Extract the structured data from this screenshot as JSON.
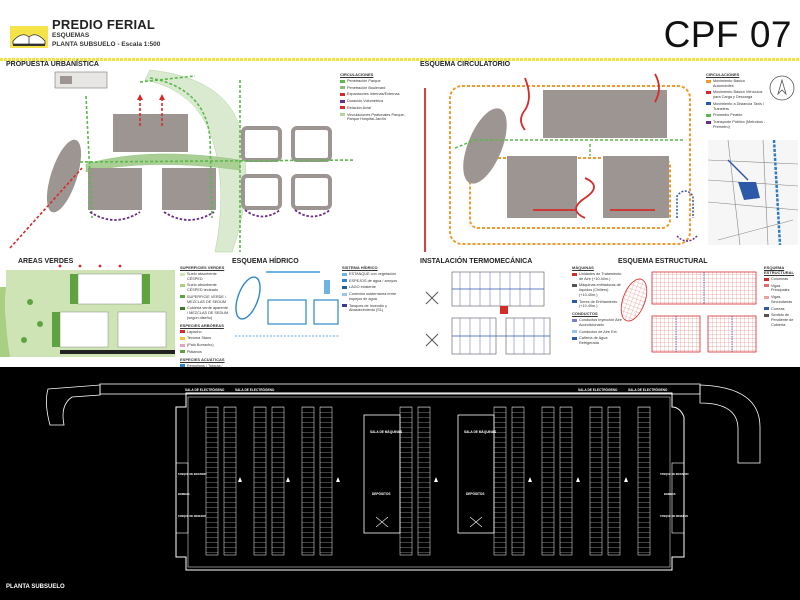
{
  "header": {
    "title": "PREDIO FERIAL",
    "subtitle": "ESQUEMAS",
    "scale": "PLANTA SUBSUELO - Escala 1:500",
    "sheet_code": "CPF 07"
  },
  "panels": {
    "urbanistica": {
      "title": "PROPUESTA URBANÍSTICA",
      "legend_title": "CIRCULACIONES",
      "legend": [
        "Penetración Parque",
        "Penetración Boulevard",
        "Expansiones Internas/Externas",
        "Duración Volumétrica",
        "Relación Axial",
        "Vinculaciones Peatonales Parque-Parque Hospital-Jardín"
      ]
    },
    "circulatorio": {
      "title": "ESQUEMA CIRCULATORIO",
      "legend_title": "CIRCULACIONES",
      "legend": [
        "Movimiento Básico Automóviles",
        "Movimiento Básico Vehículos para Carga y Descarga",
        "Movimiento a Distancia Taxis / Transfers",
        "Promedio Peatón",
        "Transporte Público (Metrobus - Premetro)"
      ]
    },
    "areas_verdes": {
      "title": "AREAS VERDES",
      "legend_title_1": "SUPERFICIES VERDES",
      "legend_1": [
        "Suelo absorbente CÉSPED",
        "Suelo absorbente CÉSPED tecleado",
        "SUPERFICIE VERDE / MEZCLAS DE SEDUM",
        "Cubierta verde aparente / MEZCLAS DE SEDUM (según diseño)"
      ],
      "legend_title_2": "ESPECIES ARBÓREAS",
      "legend_2": [
        "Lapacho",
        "Tecoma Stans",
        "(Palo Borracho)",
        "Plátanos"
      ],
      "legend_title_3": "ESPECIES ACUÁTICAS",
      "legend_3": [
        "Remolinos / Totoras / Juncos Espadañas / Cortaderas"
      ]
    },
    "hidrico": {
      "title": "ESQUEMA HÍDRICO",
      "legend_title": "SISTEMA HÍDRICO",
      "legend": [
        "ESTANQUE con vegetación",
        "ESPEJOS de agua / arroyos",
        "LAGO existente",
        "Conexión subterránea entre espejos de agua",
        "Tanques de Incendio y Abastecimiento (S1)"
      ]
    },
    "termomecanica": {
      "title": "INSTALACIÓN TERMOMECÁNICA",
      "legend_title": "MÁQUINAS",
      "legend": [
        "Unidades de Tratamiento de Aire (+10.40m.)",
        "Máquinas enfriadoras de líquidos (Chillers) (+10.40m.)",
        "Torres de Enfriamiento (+10.40m.)"
      ],
      "legend_title_2": "CONDUCTOS",
      "legend_2": [
        "Conductos Inyección Aire Acondicionado",
        "Conductos de Aire Ext.",
        "Cañería de Agua Refrigerada"
      ]
    },
    "estructural": {
      "title": "ESQUEMA ESTRUCTURAL",
      "legend_title": "ESQUEMA ESTRUCTURAL",
      "legend": [
        "Columnas",
        "Vigas Principales",
        "Vigas Secundarias",
        "Correas",
        "Sentido de Pendiente de Cubierta"
      ]
    }
  },
  "plan": {
    "label": "PLANTA SUBSUELO",
    "rooms": [
      "SALA DE ELECTRÓGENO",
      "SALA DE ELECTRÓGENO",
      "SALA DE ELECTRÓGENO",
      "SALA DE ELECTRÓGENO"
    ],
    "core_labels": [
      "SALA DE MÁQUINAS",
      "SALA DE MÁQUINAS",
      "DEPÓSITOS",
      "DEPÓSITOS"
    ],
    "side_labels": [
      "TANQUE DE INCENDIO",
      "BOMBAS",
      "TANQUE DE RESERVA",
      "TANQUE DE INCENDIO",
      "BOMBAS",
      "TANQUE DE RESERVA"
    ]
  },
  "colors": {
    "header_rule": "#f2e33a",
    "building": "#9d9592",
    "green_axis": "#5bb84a",
    "red_axis": "#d62b2b",
    "purple": "#6a2c86",
    "orange": "#f19a2b",
    "lawn": "#b8d98d",
    "water": "#2e88c9"
  }
}
